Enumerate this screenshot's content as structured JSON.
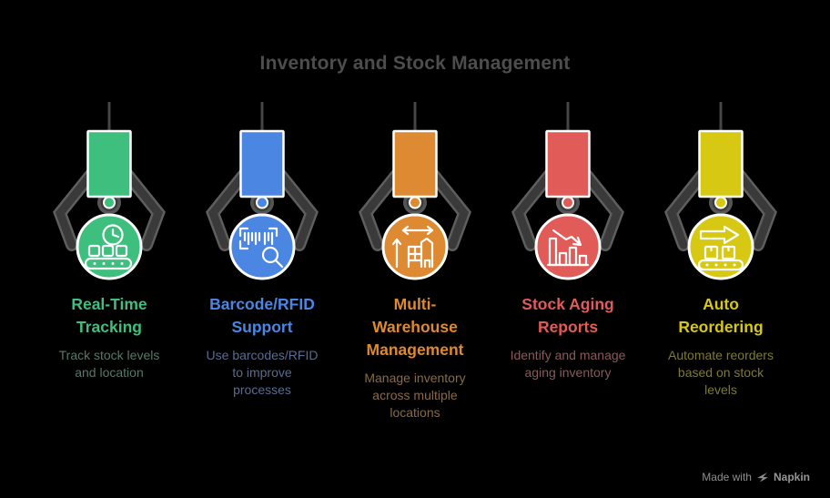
{
  "title": "Inventory and Stock Management",
  "title_color": "#4d4d4d",
  "background": "#000000",
  "watermark": {
    "prefix": "Made with",
    "brand": "Napkin",
    "color": "#8f8f8f"
  },
  "columns": [
    {
      "title": "Real-Time\nTracking",
      "description": "Track stock levels\nand location",
      "accent": "#3fbf7e",
      "desc_color": "#567a67",
      "icon": "conveyor-clock-icon"
    },
    {
      "title": "Barcode/RFID\nSupport",
      "description": "Use barcodes/RFID\nto improve\nprocesses",
      "accent": "#4a86e2",
      "desc_color": "#5a6c8f",
      "icon": "barcode-search-icon"
    },
    {
      "title": "Multi-\nWarehouse\nManagement",
      "description": "Manage inventory\nacross multiple\nlocations",
      "accent": "#de8a33",
      "desc_color": "#8a6a45",
      "icon": "warehouse-arrows-icon"
    },
    {
      "title": "Stock Aging\nReports",
      "description": "Identify and manage\naging inventory",
      "accent": "#e15b58",
      "desc_color": "#8a5a5a",
      "icon": "declining-chart-icon"
    },
    {
      "title": "Auto\nReordering",
      "description": "Automate reorders\nbased on stock\nlevels",
      "accent": "#d7c814",
      "desc_color": "#7f7a33",
      "icon": "conveyor-arrow-icon"
    }
  ]
}
